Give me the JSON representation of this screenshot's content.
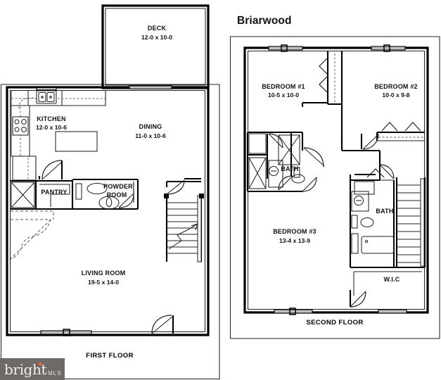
{
  "title": "Briarwood",
  "watermark": {
    "brand": "bright",
    "suffix": "MLS"
  },
  "floors": [
    {
      "id": "first-floor",
      "caption": "FIRST FLOOR",
      "rooms": [
        {
          "name": "DECK",
          "dimensions": "12-0 x 10-0"
        },
        {
          "name": "KITCHEN",
          "dimensions": "12-0 x 10-6"
        },
        {
          "name": "DINING",
          "dimensions": "11-0 x 10-6"
        },
        {
          "name": "PANTRY",
          "dimensions": ""
        },
        {
          "name": "POWDER",
          "dimensions": ""
        },
        {
          "name": "ROOM",
          "dimensions": ""
        },
        {
          "name": "LIVING ROOM",
          "dimensions": "19-5 x 14-0"
        }
      ]
    },
    {
      "id": "second-floor",
      "caption": "SECOND FLOOR",
      "rooms": [
        {
          "name": "BEDROOM #1",
          "dimensions": "10-5 x 10-0"
        },
        {
          "name": "BEDROOM #2",
          "dimensions": "10-0 x 9-8"
        },
        {
          "name": "BEDROOM #3",
          "dimensions": "13-4 x 13-9"
        },
        {
          "name": "BATH",
          "dimensions": ""
        },
        {
          "name": "BATH",
          "dimensions": ""
        },
        {
          "name": "W.I.C",
          "dimensions": ""
        }
      ]
    }
  ],
  "colors": {
    "line": "#000000",
    "window": "#bfbfbf",
    "watermark_bg": "#6f6a68",
    "accent": "#e8623a"
  }
}
